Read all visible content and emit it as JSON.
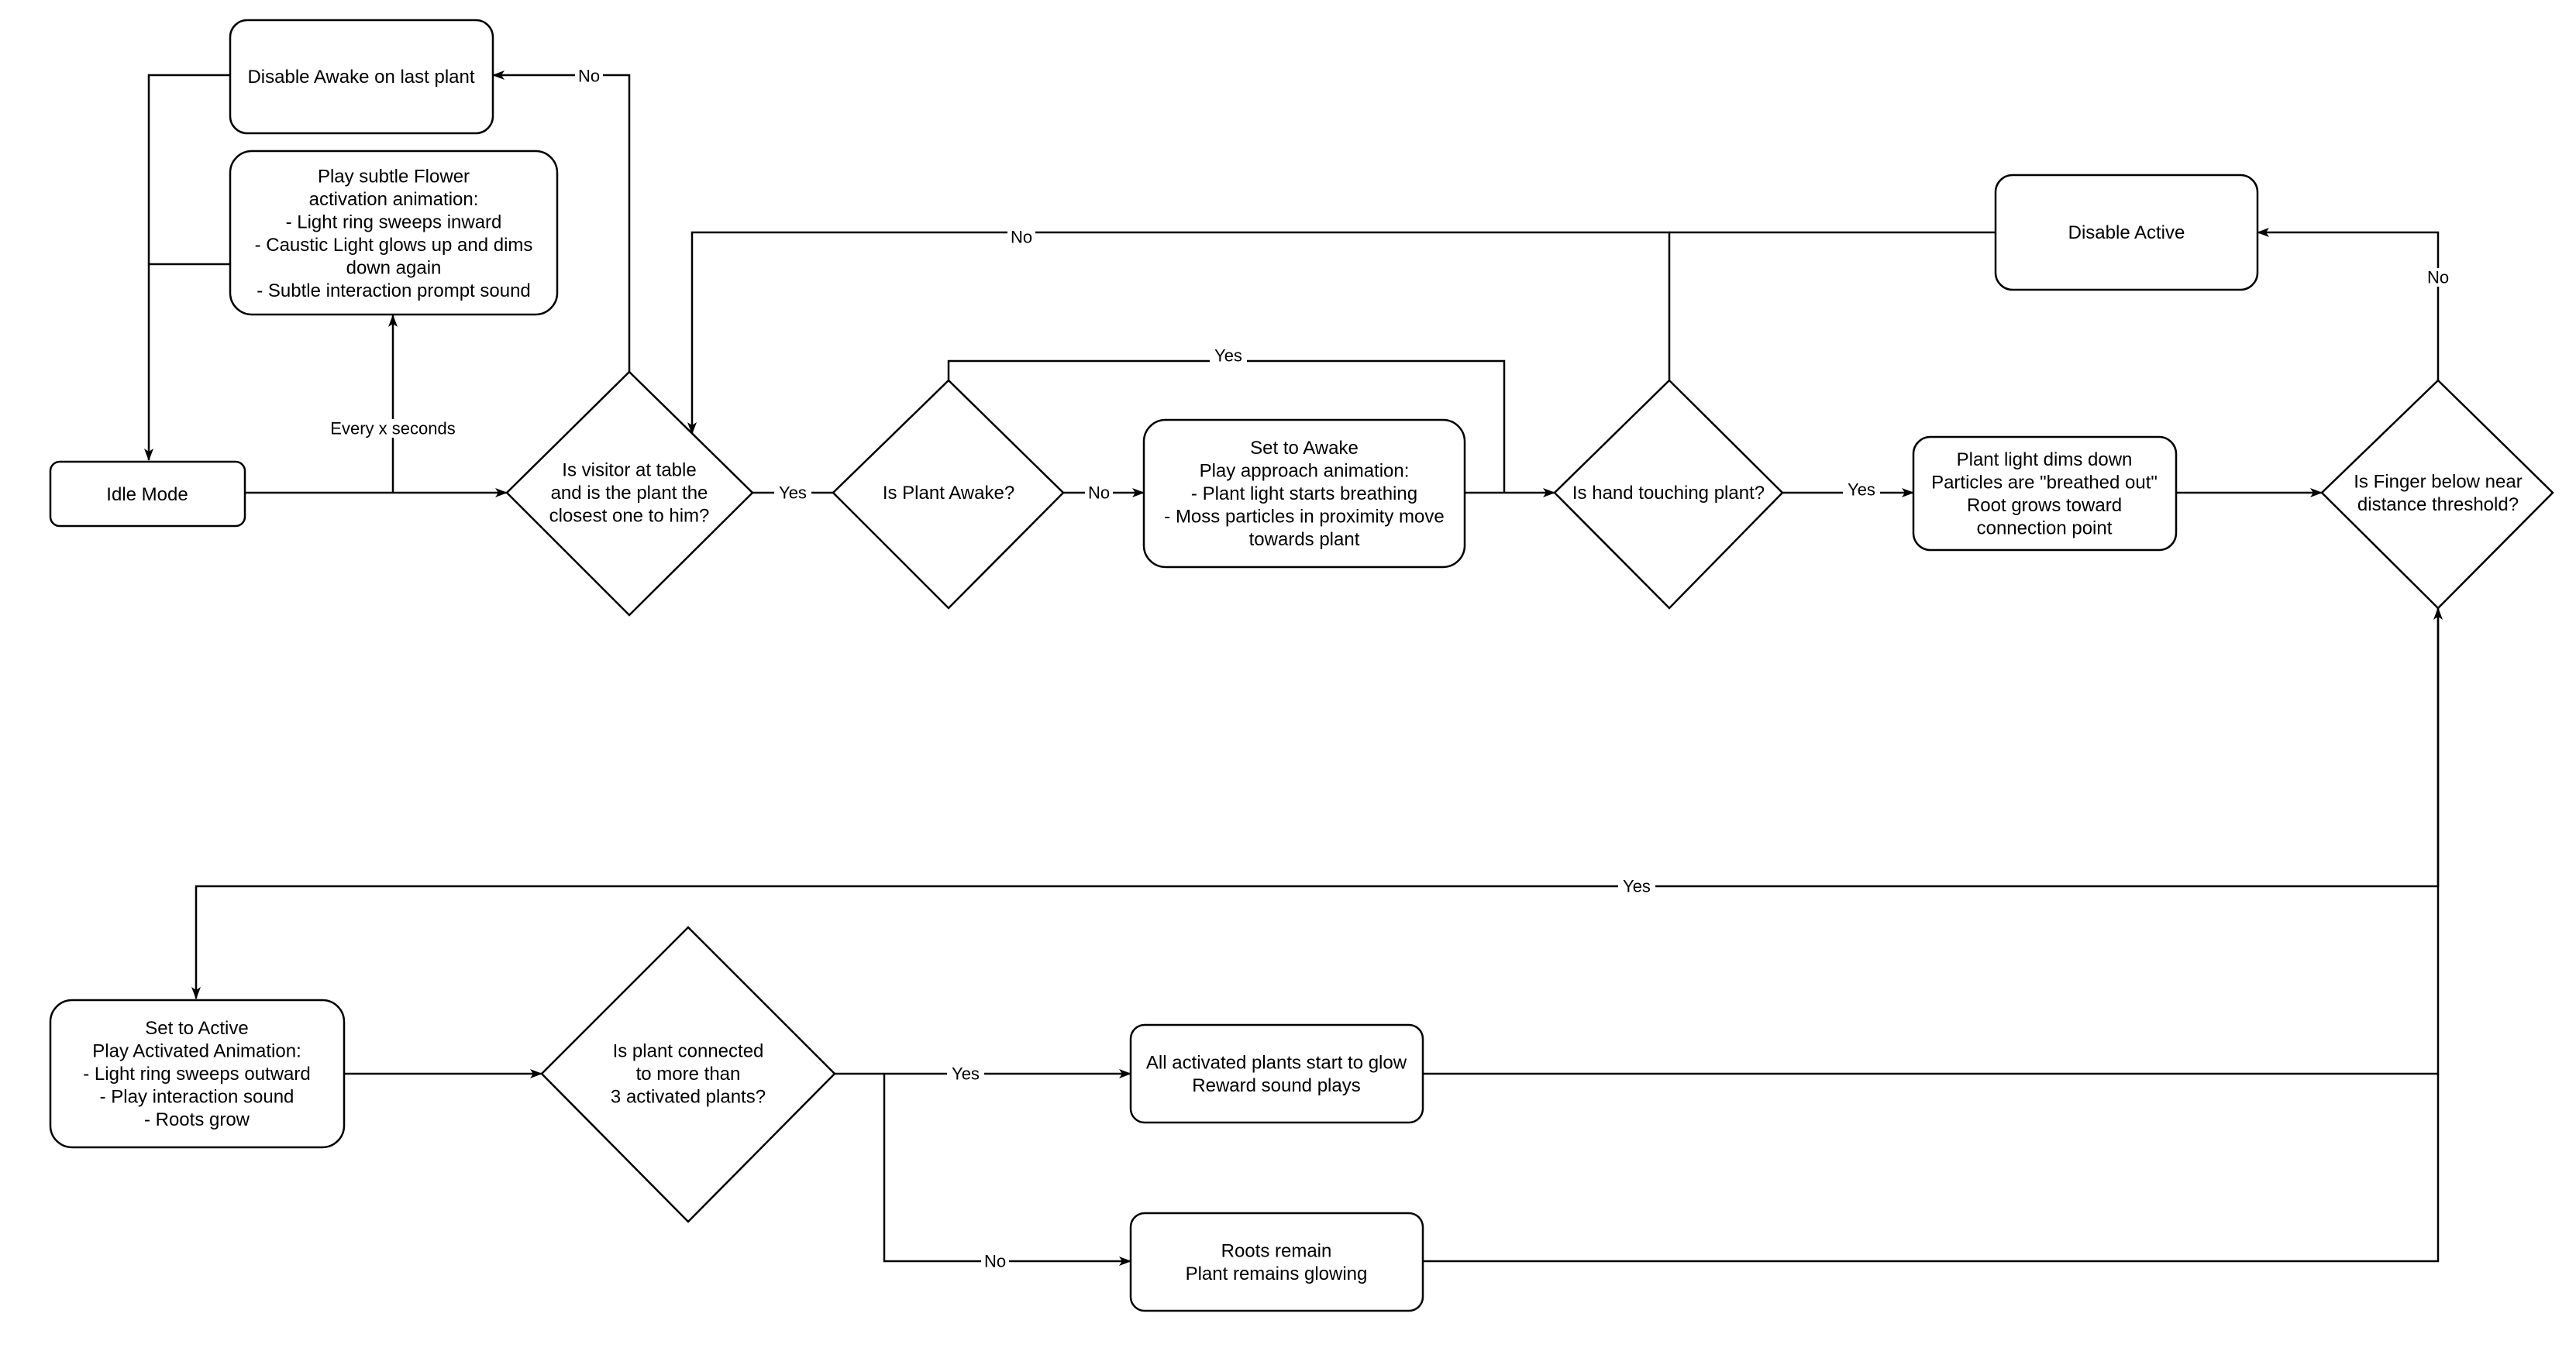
{
  "nodes": {
    "disable_awake": {
      "lines": [
        "Disable Awake on last plant"
      ]
    },
    "play_flower": {
      "lines": [
        "Play subtle Flower",
        "activation animation:",
        "- Light ring sweeps inward",
        "- Caustic Light glows up and dims",
        "down again",
        "- Subtle interaction prompt sound"
      ]
    },
    "idle_mode": {
      "lines": [
        "Idle Mode"
      ]
    },
    "visitor_decision": {
      "lines": [
        "Is visitor at table",
        "and is the plant the",
        "closest one to him?"
      ]
    },
    "awake_decision": {
      "lines": [
        "Is Plant Awake?"
      ]
    },
    "set_awake": {
      "lines": [
        "Set to Awake",
        "Play approach animation:",
        "- Plant light starts breathing",
        "- Moss particles in proximity move",
        "towards plant"
      ]
    },
    "touch_decision": {
      "lines": [
        "Is hand touching plant?"
      ]
    },
    "plant_dims": {
      "lines": [
        "Plant light dims down",
        "Particles are \"breathed out\"",
        "Root grows toward",
        "connection point"
      ]
    },
    "finger_decision": {
      "lines": [
        "Is Finger below near",
        "distance threshold?"
      ]
    },
    "disable_active": {
      "lines": [
        "Disable Active"
      ]
    },
    "set_active": {
      "lines": [
        "Set to Active",
        "Play Activated Animation:",
        "- Light ring sweeps outward",
        "- Play interaction sound",
        "- Roots grow"
      ]
    },
    "connected_decision": {
      "lines": [
        "Is plant connected",
        "to more than",
        "3 activated plants?"
      ]
    },
    "glow": {
      "lines": [
        "All activated plants start to glow",
        "Reward sound plays"
      ]
    },
    "roots_remain": {
      "lines": [
        "Roots remain",
        "Plant remains glowing"
      ]
    }
  },
  "edge_labels": {
    "no_visitor": "No",
    "every_x": "Every x seconds",
    "yes_visitor": "Yes",
    "no_awake": "No",
    "yes_awake": "Yes",
    "no_touch": "No",
    "yes_touch": "Yes",
    "no_finger": "No",
    "yes_finger": "Yes",
    "yes_connected": "Yes",
    "no_connected": "No"
  }
}
